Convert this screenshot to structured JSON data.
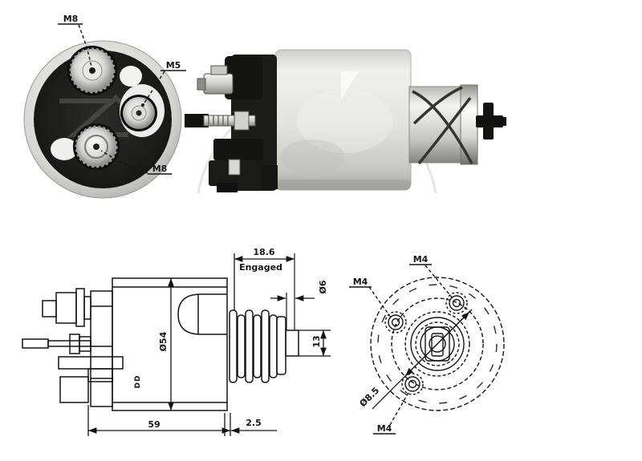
{
  "canvas": {
    "background": "#ffffff"
  },
  "terminal_view": {
    "description": "solenoid rear cap photo with terminal thread sizes",
    "labels": {
      "top": "M8",
      "side": "M5",
      "bottom": "M8"
    }
  },
  "photo_view": {
    "description": "starter solenoid side photo"
  },
  "section_drawing": {
    "dimensions": {
      "engaged_travel": "18.6",
      "engaged_label": "Engaged",
      "pin_diameter": "Ø6",
      "body_diameter": "Ø54",
      "pin_height": "13",
      "body_length": "59",
      "end_clearance": "2.5",
      "marking": "DD"
    }
  },
  "flange_view": {
    "labels": {
      "hole_top": "M4",
      "hole_left": "M4",
      "hole_bottom": "M4",
      "bore": "Ø8.5"
    }
  },
  "colors": {
    "line": "#141414",
    "metal_light": "#efefec",
    "metal_dark": "#8f8f8a",
    "cap_black": "#161614"
  }
}
